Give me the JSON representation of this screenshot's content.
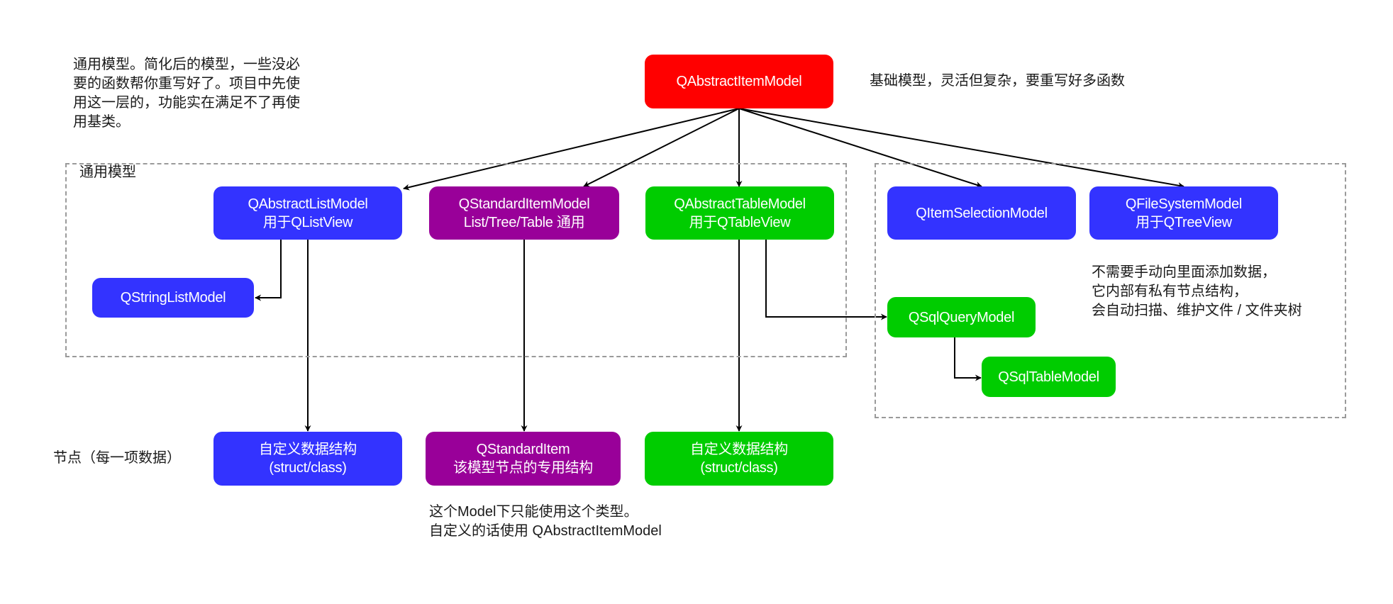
{
  "root": {
    "label": "QAbstractItemModel",
    "note": "基础模型，灵活但复杂，要重写好多函数"
  },
  "general_group": {
    "label": "通用模型",
    "note_lines": [
      "通用模型。简化后的模型，一些没必",
      "要的函数帮你重写好了。项目中先使",
      "用这一层的，功能实在满足不了再使",
      "用基类。"
    ]
  },
  "nodes": {
    "abstract_list": {
      "lines": [
        "QAbstractListModel",
        "用于QListView"
      ]
    },
    "standard_item_model": {
      "lines": [
        "QStandardItemModel",
        "List/Tree/Table 通用"
      ]
    },
    "abstract_table": {
      "lines": [
        "QAbstractTableModel",
        "用于QTableView"
      ]
    },
    "string_list": {
      "lines": [
        "QStringListModel"
      ]
    },
    "item_selection": {
      "lines": [
        "QItemSelectionModel"
      ]
    },
    "file_system": {
      "lines": [
        "QFileSystemModel",
        "用于QTreeView"
      ]
    },
    "sql_query": {
      "lines": [
        "QSqlQueryModel"
      ]
    },
    "sql_table": {
      "lines": [
        "QSqlTableModel"
      ]
    },
    "custom_struct_list": {
      "lines": [
        "自定义数据结构",
        "(struct/class)"
      ]
    },
    "standard_item": {
      "lines": [
        "QStandardItem",
        "该模型节点的专用结构"
      ]
    },
    "custom_struct_table": {
      "lines": [
        "自定义数据结构",
        "(struct/class)"
      ]
    }
  },
  "notes": {
    "item_nodes_label": "节点（每一项数据）",
    "standard_item_note": [
      "这个Model下只能使用这个类型。",
      "自定义的话使用 QAbstractItemModel"
    ],
    "file_system_note": [
      "不需要手动向里面添加数据，",
      "它内部有私有节点结构，",
      "会自动扫描、维护文件 / 文件夹树"
    ]
  },
  "colors": {
    "base_model": "#ff0000",
    "list_models": "#3333ff",
    "standard_models": "#990099",
    "table_models": "#00cc00",
    "edge": "#000000",
    "group_border": "#9a9a9a"
  },
  "edges": [
    {
      "from": "QAbstractItemModel",
      "to": "QAbstractListModel"
    },
    {
      "from": "QAbstractItemModel",
      "to": "QStandardItemModel"
    },
    {
      "from": "QAbstractItemModel",
      "to": "QAbstractTableModel"
    },
    {
      "from": "QAbstractItemModel",
      "to": "QItemSelectionModel"
    },
    {
      "from": "QAbstractItemModel",
      "to": "QFileSystemModel"
    },
    {
      "from": "QAbstractListModel",
      "to": "QStringListModel"
    },
    {
      "from": "QAbstractListModel",
      "to": "自定义数据结构 (list)"
    },
    {
      "from": "QStandardItemModel",
      "to": "QStandardItem"
    },
    {
      "from": "QAbstractTableModel",
      "to": "自定义数据结构 (table)"
    },
    {
      "from": "QAbstractTableModel",
      "to": "QSqlQueryModel"
    },
    {
      "from": "QSqlQueryModel",
      "to": "QSqlTableModel"
    }
  ]
}
